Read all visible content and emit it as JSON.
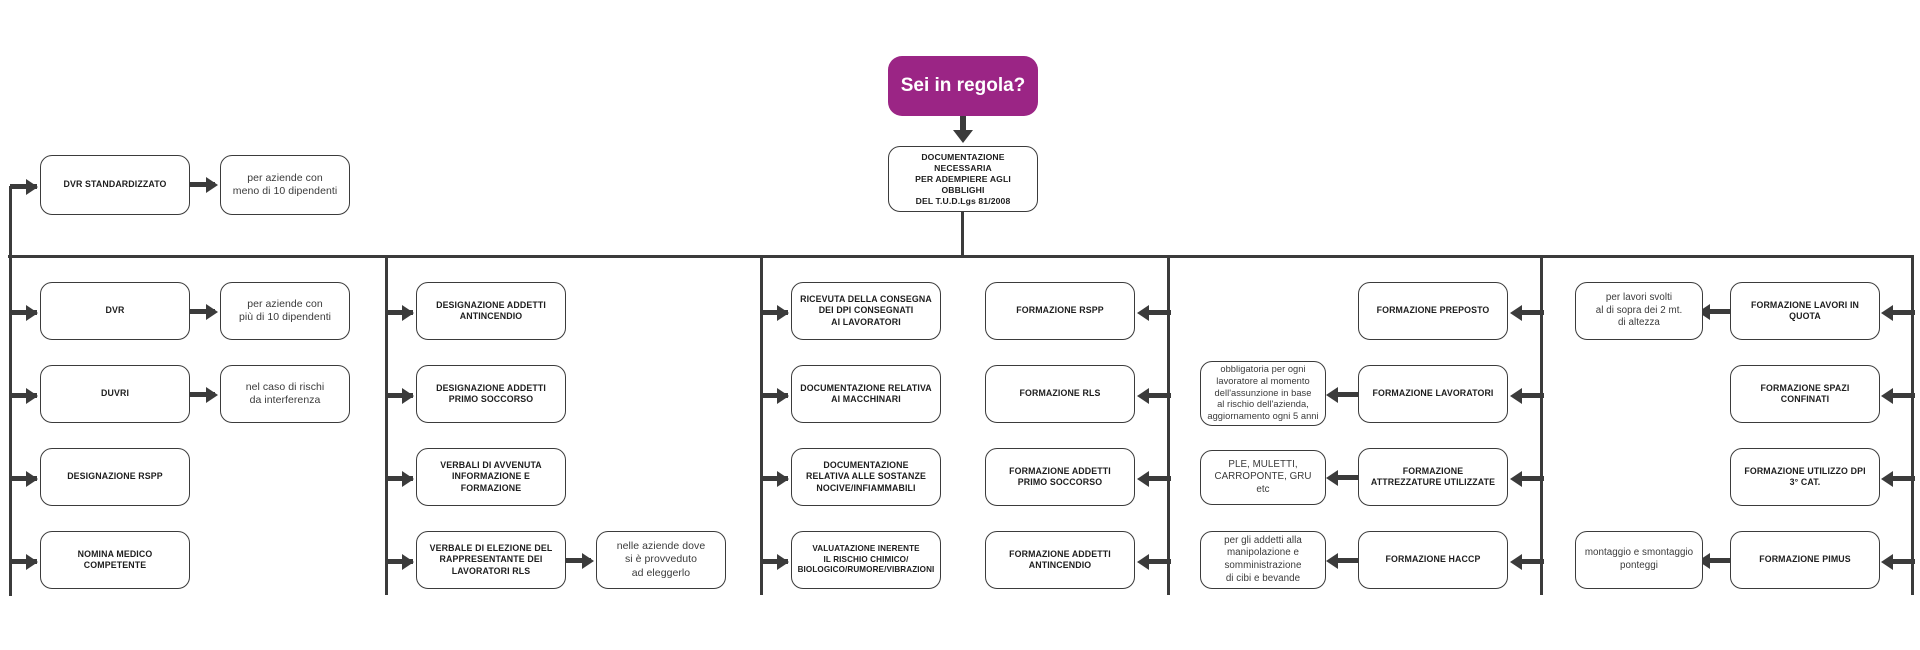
{
  "diagram": {
    "title": "Sei in regola?",
    "accent_color": "#9B2585",
    "line_color": "#3b3b3b",
    "background": "#ffffff",
    "root": {
      "label": "Sei in regola?",
      "shape": "rounded-rect-filled"
    },
    "main": {
      "label": "DOCUMENTAZIONE NECESSARIA\nPER ADEMPIERE AGLI OBBLIGHI\nDEL T.U.D.Lgs 81/2008"
    },
    "top_branch": {
      "node": "DVR STANDARDIZZATO",
      "note": "per aziende con\nmeno di 10 dipendenti"
    },
    "columns": [
      {
        "id": "column-1",
        "items": [
          {
            "label": "DVR",
            "note": "per aziende con\npiù di 10 dipendenti"
          },
          {
            "label": "DUVRI",
            "note": "nel caso di rischi\nda interferenza"
          },
          {
            "label": "DESIGNAZIONE RSPP",
            "note": null
          },
          {
            "label": "NOMINA MEDICO COMPETENTE",
            "note": null
          }
        ]
      },
      {
        "id": "column-2",
        "items": [
          {
            "label": "DESIGNAZIONE ADDETTI\nANTINCENDIO",
            "note": null
          },
          {
            "label": "DESIGNAZIONE ADDETTI\nPRIMO SOCCORSO",
            "note": null
          },
          {
            "label": "VERBALI DI AVVENUTA\nINFORMAZIONE E FORMAZIONE",
            "note": null
          },
          {
            "label": "VERBALE DI ELEZIONE DEL\nRAPPRESENTANTE DEI\nLAVORATORI RLS",
            "note": "nelle aziende dove\nsi è provveduto\nad eleggerlo"
          }
        ]
      },
      {
        "id": "column-3",
        "items": [
          {
            "label": "RICEVUTA DELLA CONSEGNA\nDEI DPI CONSEGNATI\nAI LAVORATORI",
            "note": null
          },
          {
            "label": "DOCUMENTAZIONE RELATIVA\nAI MACCHINARI",
            "note": null
          },
          {
            "label": "DOCUMENTAZIONE\nRELATIVA ALLE SOSTANZE\nNOCIVE/INFIAMMABILI",
            "note": null
          },
          {
            "label": "VALUATAZIONE INERENTE\nIL RISCHIO CHIMICO/\nBIOLOGICO/RUMORE/VIBRAZIONI",
            "note": null
          }
        ]
      },
      {
        "id": "column-4",
        "items": [
          {
            "label": "FORMAZIONE RSPP",
            "note": null
          },
          {
            "label": "FORMAZIONE RLS",
            "note": null
          },
          {
            "label": "FORMAZIONE ADDETTI\nPRIMO SOCCORSO",
            "note": null
          },
          {
            "label": "FORMAZIONE ADDETTI\nANTINCENDIO",
            "note": null
          }
        ]
      },
      {
        "id": "column-5",
        "items": [
          {
            "label": "FORMAZIONE PREPOSTO",
            "note": null
          },
          {
            "label": "FORMAZIONE LAVORATORI",
            "note": "obbligatoria per ogni\nlavoratore al momento\ndell'assunzione in base\nal rischio dell'azienda,\naggiornamento ogni 5 anni"
          },
          {
            "label": "FORMAZIONE\nATTREZZATURE UTILIZZATE",
            "note": "PLE, MULETTI,\nCARROPONTE, GRU etc"
          },
          {
            "label": "FORMAZIONE HACCP",
            "note": "per gli addetti alla\nmanipolazione e\nsomministrazione\ndi cibi e bevande"
          }
        ]
      },
      {
        "id": "column-6",
        "items": [
          {
            "label": "FORMAZIONE LAVORI IN QUOTA",
            "note": "per lavori svolti\nal di sopra dei 2 mt.\ndi altezza"
          },
          {
            "label": "FORMAZIONE SPAZI CONFINATI",
            "note": null
          },
          {
            "label": "FORMAZIONE UTILIZZO DPI\n3° CAT.",
            "note": null
          },
          {
            "label": "FORMAZIONE PIMUS",
            "note": "montaggio e smontaggio\nponteggi"
          }
        ]
      }
    ]
  }
}
